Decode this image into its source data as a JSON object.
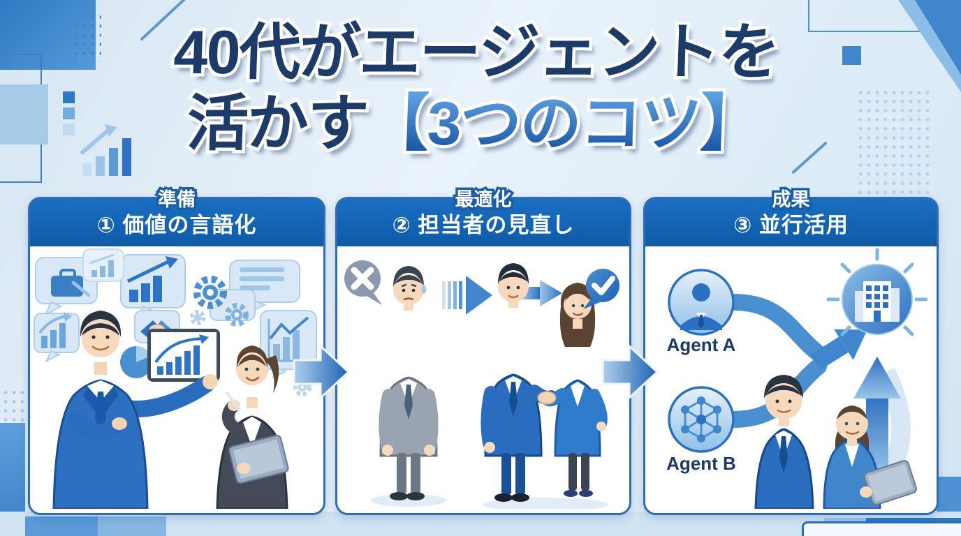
{
  "title": {
    "line1": "40代がエージェントを",
    "line2_plain": "活かす",
    "line2_highlight": "【3つのコツ】"
  },
  "steps": [
    {
      "tag": "準備",
      "heading": "① 価値の言語化"
    },
    {
      "tag": "最適化",
      "heading": "② 担当者の見直し"
    },
    {
      "tag": "成果",
      "heading": "③ 並行活用",
      "agent_a_label": "Agent A",
      "agent_b_label": "Agent B"
    }
  ],
  "icons": {
    "panel1": [
      "briefcase-icon",
      "mini-bar-chart-icon",
      "growth-chart-icon",
      "handshake-icon",
      "gear-icon",
      "chat-bubble-icon",
      "line-chart-icon",
      "pie-chart-icon",
      "tablet-chart-icon"
    ],
    "panel2": [
      "cross-bubble-icon",
      "fade-arrow-icon",
      "right-arrow-icon",
      "check-bubble-icon"
    ],
    "panel3": [
      "agent-person-icon",
      "agent-network-icon",
      "building-icon",
      "merge-arrow-icon",
      "up-arrow-icon"
    ]
  },
  "colors": {
    "background": "#e1edf7",
    "panel_header": "#1263b2",
    "panel_border": "#2e6db4",
    "title_navy": "#1d3b69",
    "title_highlight_top": "#5da1e0",
    "title_highlight_bottom": "#1a57a6",
    "arrow_blue": "#2d6fc0",
    "gray_negative": "#8a99ad"
  }
}
